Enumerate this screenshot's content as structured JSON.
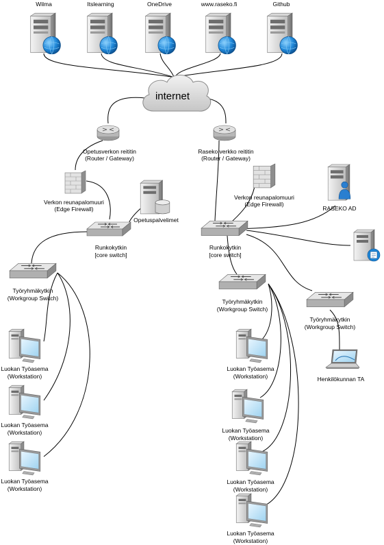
{
  "colors": {
    "server_light": "#e6e6e6",
    "server_dark": "#8a8a8a",
    "globe": "#1f87d8",
    "cloud": "#dcdcdc",
    "device": "#c8c8c8",
    "screen": "#bfe2f5"
  },
  "internet_servers": [
    {
      "label": "Wilma",
      "icon": "server-globe-icon"
    },
    {
      "label": "Itslearning",
      "icon": "server-globe-icon"
    },
    {
      "label": "OneDrive",
      "icon": "server-globe-icon"
    },
    {
      "label": "www.raseko.fi",
      "icon": "server-globe-icon"
    },
    {
      "label": "Github",
      "icon": "server-globe-icon"
    }
  ],
  "cloud": {
    "label": "internet",
    "icon": "cloud-icon"
  },
  "left": {
    "router": {
      "line1": "Opetusverkon reititin",
      "line2": "(Router / Gateway)"
    },
    "firewall": {
      "line1": "Verkon reunapalomuuri",
      "line2": "(Edge Firewall)"
    },
    "server": {
      "label": "Opetuspalvelimet"
    },
    "core": {
      "line1": "Runkokytkin",
      "line2": "[core switch]"
    },
    "workgroup": {
      "line1": "Työryhmäkytkin",
      "line2": "(Workgroup Switch)"
    },
    "workstations": [
      {
        "line1": "Luokan Työasema",
        "line2": "(Workstation)"
      },
      {
        "line1": "Luokan Työasema",
        "line2": "(Workstation)"
      },
      {
        "line1": "Luokan Työasema",
        "line2": "(Workstation)"
      }
    ]
  },
  "right": {
    "router": {
      "line1": "Raseko verkko reititin",
      "line2": "(Router / Gateway)"
    },
    "firewall": {
      "line1": "Verkon reunapalomuuri",
      "line2": "(Edge Firewall)"
    },
    "ad": {
      "label": "RASEKO AD"
    },
    "core": {
      "line1": "Runkokytkin",
      "line2": "[core switch]"
    },
    "workgroup1": {
      "line1": "Työryhmäkytkin",
      "line2": "(Workgroup Switch)"
    },
    "workgroup2": {
      "line1": "Työryhmäkytkin",
      "line2": "(Workgroup Switch)"
    },
    "laptop": {
      "label": "Henkilökunnan TA"
    },
    "workstations": [
      {
        "line1": "Luokan Työasema",
        "line2": "(Workstation)"
      },
      {
        "line1": "Luokan Työasema",
        "line2": "(Workstation)"
      },
      {
        "line1": "Luokan Työasema",
        "line2": "(Workstation)"
      },
      {
        "line1": "Luokan Työasema",
        "line2": "(Workstation)"
      }
    ]
  }
}
